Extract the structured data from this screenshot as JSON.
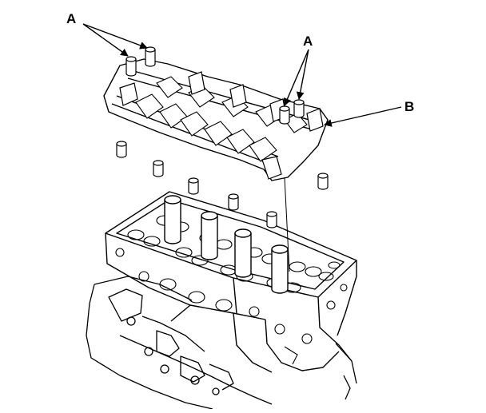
{
  "diagram": {
    "callouts": {
      "a_left": "A",
      "a_right": "A",
      "b": "B"
    },
    "colors": {
      "line": "#000000",
      "background": "#ffffff"
    }
  }
}
